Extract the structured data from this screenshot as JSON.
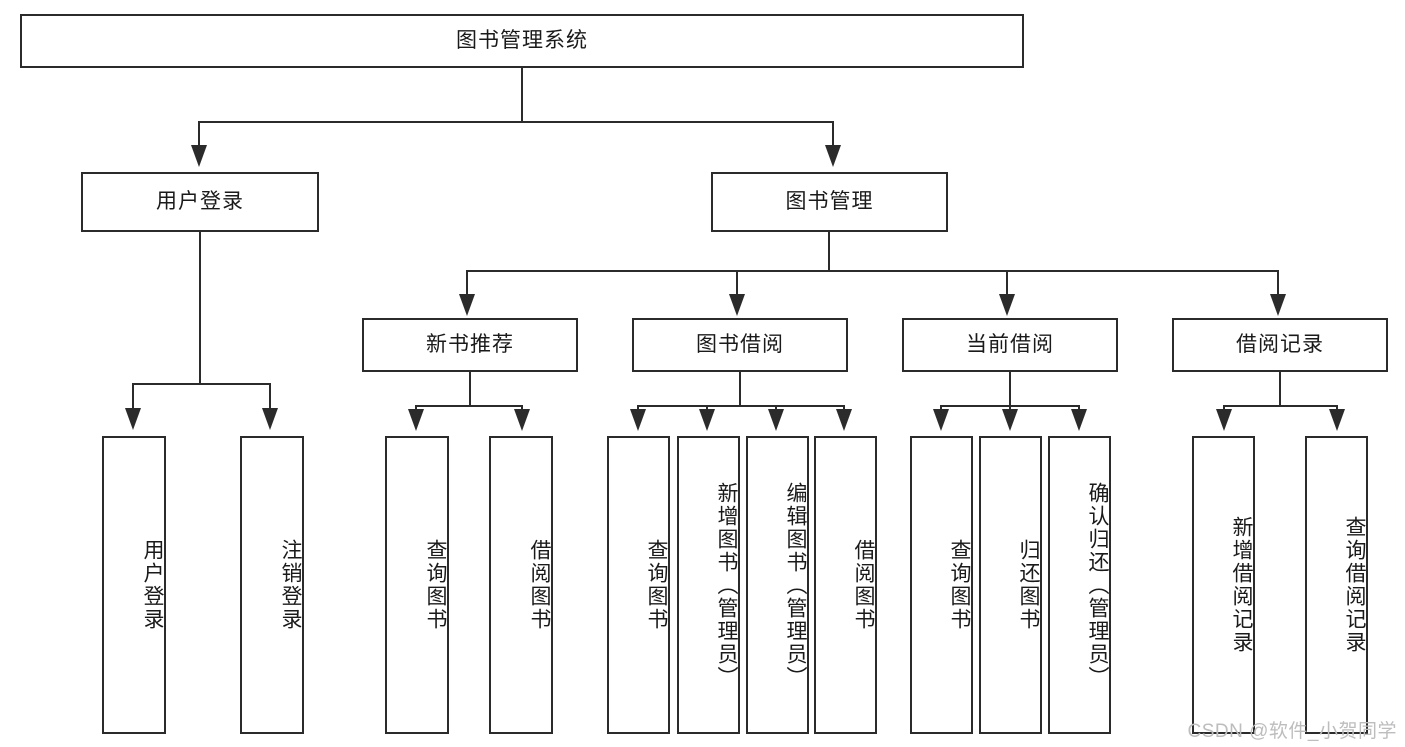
{
  "diagram": {
    "title": "图书管理系统",
    "type": "functional-structure-tree",
    "root": {
      "label": "图书管理系统"
    },
    "level2": [
      {
        "label": "用户登录"
      },
      {
        "label": "图书管理"
      }
    ],
    "level3": [
      {
        "label": "新书推荐"
      },
      {
        "label": "图书借阅"
      },
      {
        "label": "当前借阅"
      },
      {
        "label": "借阅记录"
      }
    ],
    "leaves": {
      "user_login": [
        {
          "label": "用户登录"
        },
        {
          "label": "注销登录"
        }
      ],
      "new_book_recommend": [
        {
          "label": "查询图书"
        },
        {
          "label": "借阅图书"
        }
      ],
      "book_borrow": [
        {
          "label": "查询图书"
        },
        {
          "label": "新增图书（管理员）"
        },
        {
          "label": "编辑图书（管理员）"
        },
        {
          "label": "借阅图书"
        }
      ],
      "current_borrow": [
        {
          "label": "查询图书"
        },
        {
          "label": "归还图书"
        },
        {
          "label": "确认归还（管理员）"
        }
      ],
      "borrow_record": [
        {
          "label": "新增借阅记录"
        },
        {
          "label": "查询借阅记录"
        }
      ]
    },
    "watermark": "CSDN @软件_小贺同学",
    "colors": {
      "stroke": "#2b2b2b",
      "fill": "#ffffff",
      "text": "#1a1a1a",
      "watermark": "#bdbdbd"
    }
  }
}
